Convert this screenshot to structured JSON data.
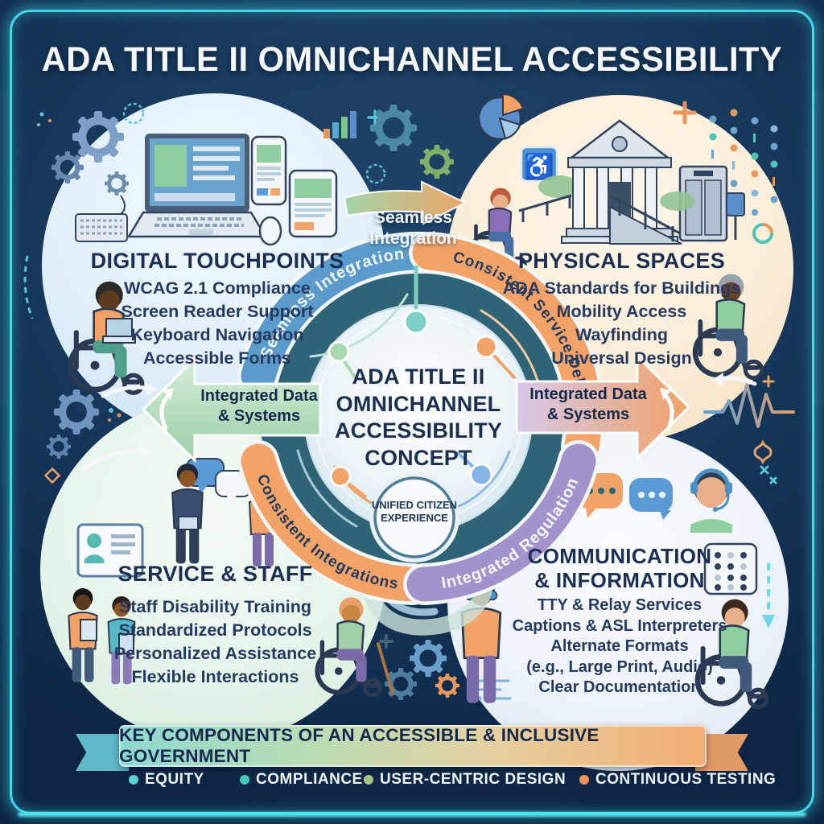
{
  "title": "ADA TITLE II OMNICHANNEL ACCESSIBILITY",
  "center": {
    "lines": [
      "ADA TITLE II",
      "OMNICHANNEL",
      "ACCESSIBILITY",
      "CONCEPT"
    ],
    "badge": "UNIFIED CITIZEN EXPERIENCE"
  },
  "sections": {
    "digital": {
      "heading": "DIGITAL TOUCHPOINTS",
      "items": [
        "WCAG 2.1 Compliance",
        "Screen Reader Support",
        "Keyboard Navigation",
        "Accessible Forms"
      ]
    },
    "physical": {
      "heading": "PHYSICAL SPACES",
      "items": [
        "ADA Standards for Buildings",
        "Mobility Access",
        "Wayfinding",
        "Universal Design"
      ]
    },
    "service": {
      "heading": "SERVICE & STAFF",
      "items": [
        "Staff Disability Training",
        "Standardized Protocols",
        "Personalized Assistance",
        "Flexible Interactions"
      ]
    },
    "communication": {
      "heading": "COMMUNICATION & INFORMATION",
      "items": [
        "TTY & Relay Services",
        "Captions & ASL Interpreters",
        "Alternate Formats",
        "(e.g., Large Print, Audio)",
        "Clear Documentation"
      ]
    }
  },
  "connectors": {
    "top": "Seamless Integration",
    "left": "Integrated Data & Systems",
    "right": "Integrated Data & Systems",
    "ring_top_left": "Seamless Integration",
    "ring_top_right": "Consistent Service Delivery",
    "ring_bottom_left": "Consistent Integrations",
    "ring_bottom_right": "Integrated Regulation"
  },
  "banner": {
    "text": "KEY COMPONENTS OF AN ACCESSIBLE & INCLUSIVE GOVERNMENT"
  },
  "legend": {
    "items": [
      {
        "label": "EQUITY",
        "color": "#56d4d6"
      },
      {
        "label": "COMPLIANCE",
        "color": "#46c8b8"
      },
      {
        "label": "USER-CENTRIC DESIGN",
        "color": "#a9c48b"
      },
      {
        "label": "CONTINUOUS TESTING",
        "color": "#f0935f"
      }
    ]
  },
  "icons": {
    "accessibility_sign": "♿"
  },
  "colors": {
    "background": "#15324f",
    "frame_glow": "#3fd9ea",
    "circle_digital": "#d9ecf8",
    "circle_physical": "#fbe9d3",
    "circle_service": "#e3f3e8",
    "circle_communication": "#eef3fb",
    "ring": "#2f6477",
    "band_blue": "#5b9bcb",
    "band_orange": "#f3a368",
    "band_purple": "#a393cc",
    "arrow_green": "#9ccfaa",
    "arrow_orange": "#f0a267",
    "text_dark": "#1d2f4f",
    "text_light": "#f2f7fb"
  }
}
